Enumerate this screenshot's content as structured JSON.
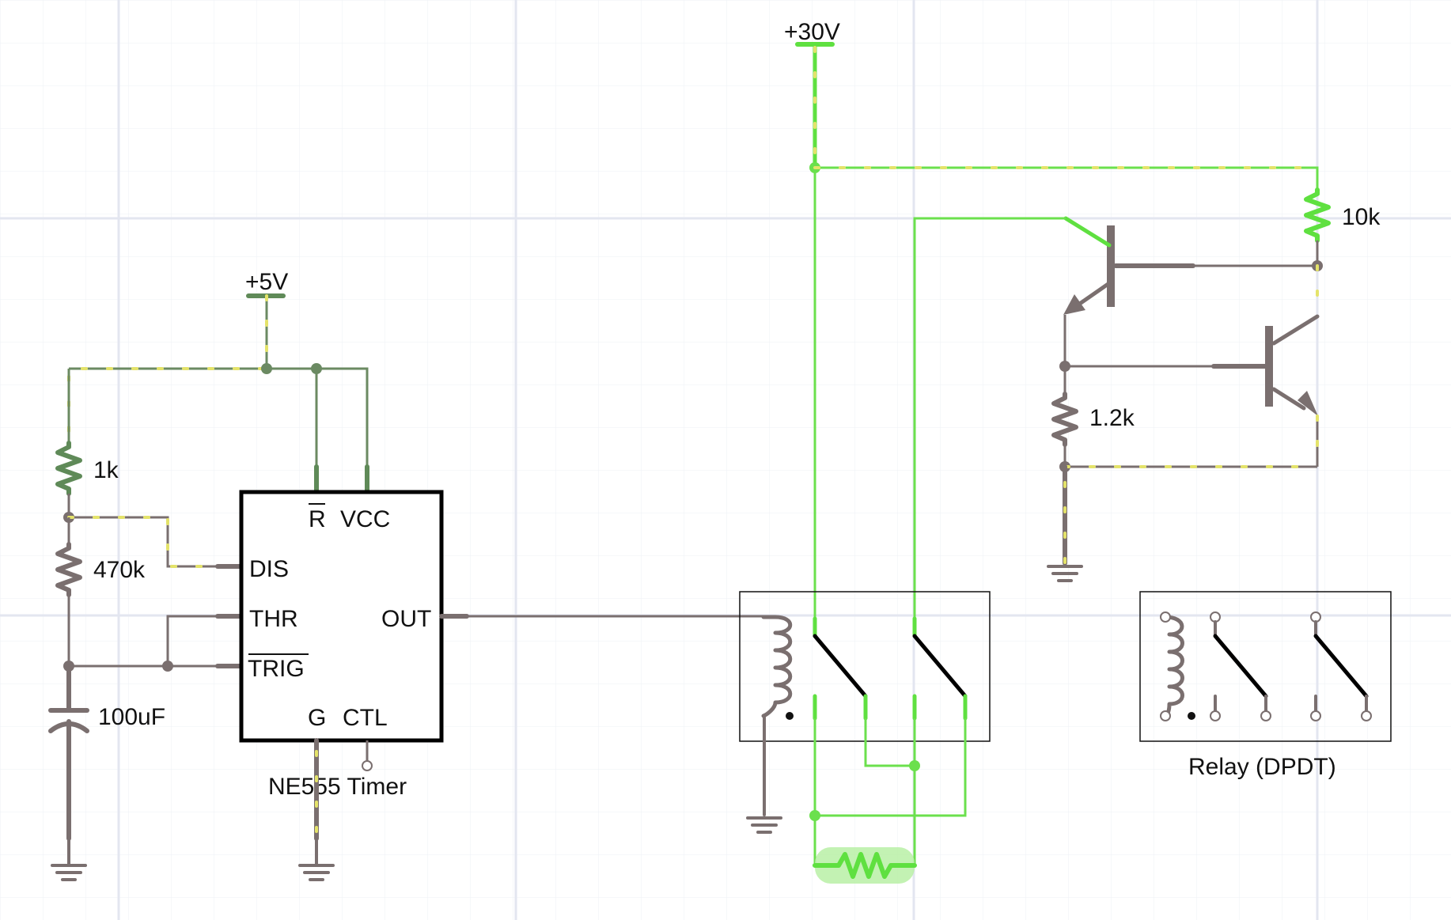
{
  "supplies": {
    "v30_label": "+30V",
    "v5_label": "+5V"
  },
  "timer": {
    "pin_r": "R",
    "pin_vcc": "VCC",
    "pin_dis": "DIS",
    "pin_thr": "THR",
    "pin_out": "OUT",
    "pin_trig": "TRIG",
    "pin_g": "G",
    "pin_ctl": "CTL",
    "caption": "NE555 Timer"
  },
  "components": {
    "r1_value": "1k",
    "r2_value": "470k",
    "c1_value": "100uF",
    "r3_value": "10k",
    "r4_value": "1.2k"
  },
  "relay": {
    "caption": "Relay (DPDT)"
  },
  "colors": {
    "grid": "#e6e9f2",
    "wire_gray": "#7a6f6f",
    "wire_olive": "#6b8a62",
    "wire_active": "#6be04d",
    "current_dots": "#e4e36a",
    "load_highlight": "#b8f0a6"
  }
}
